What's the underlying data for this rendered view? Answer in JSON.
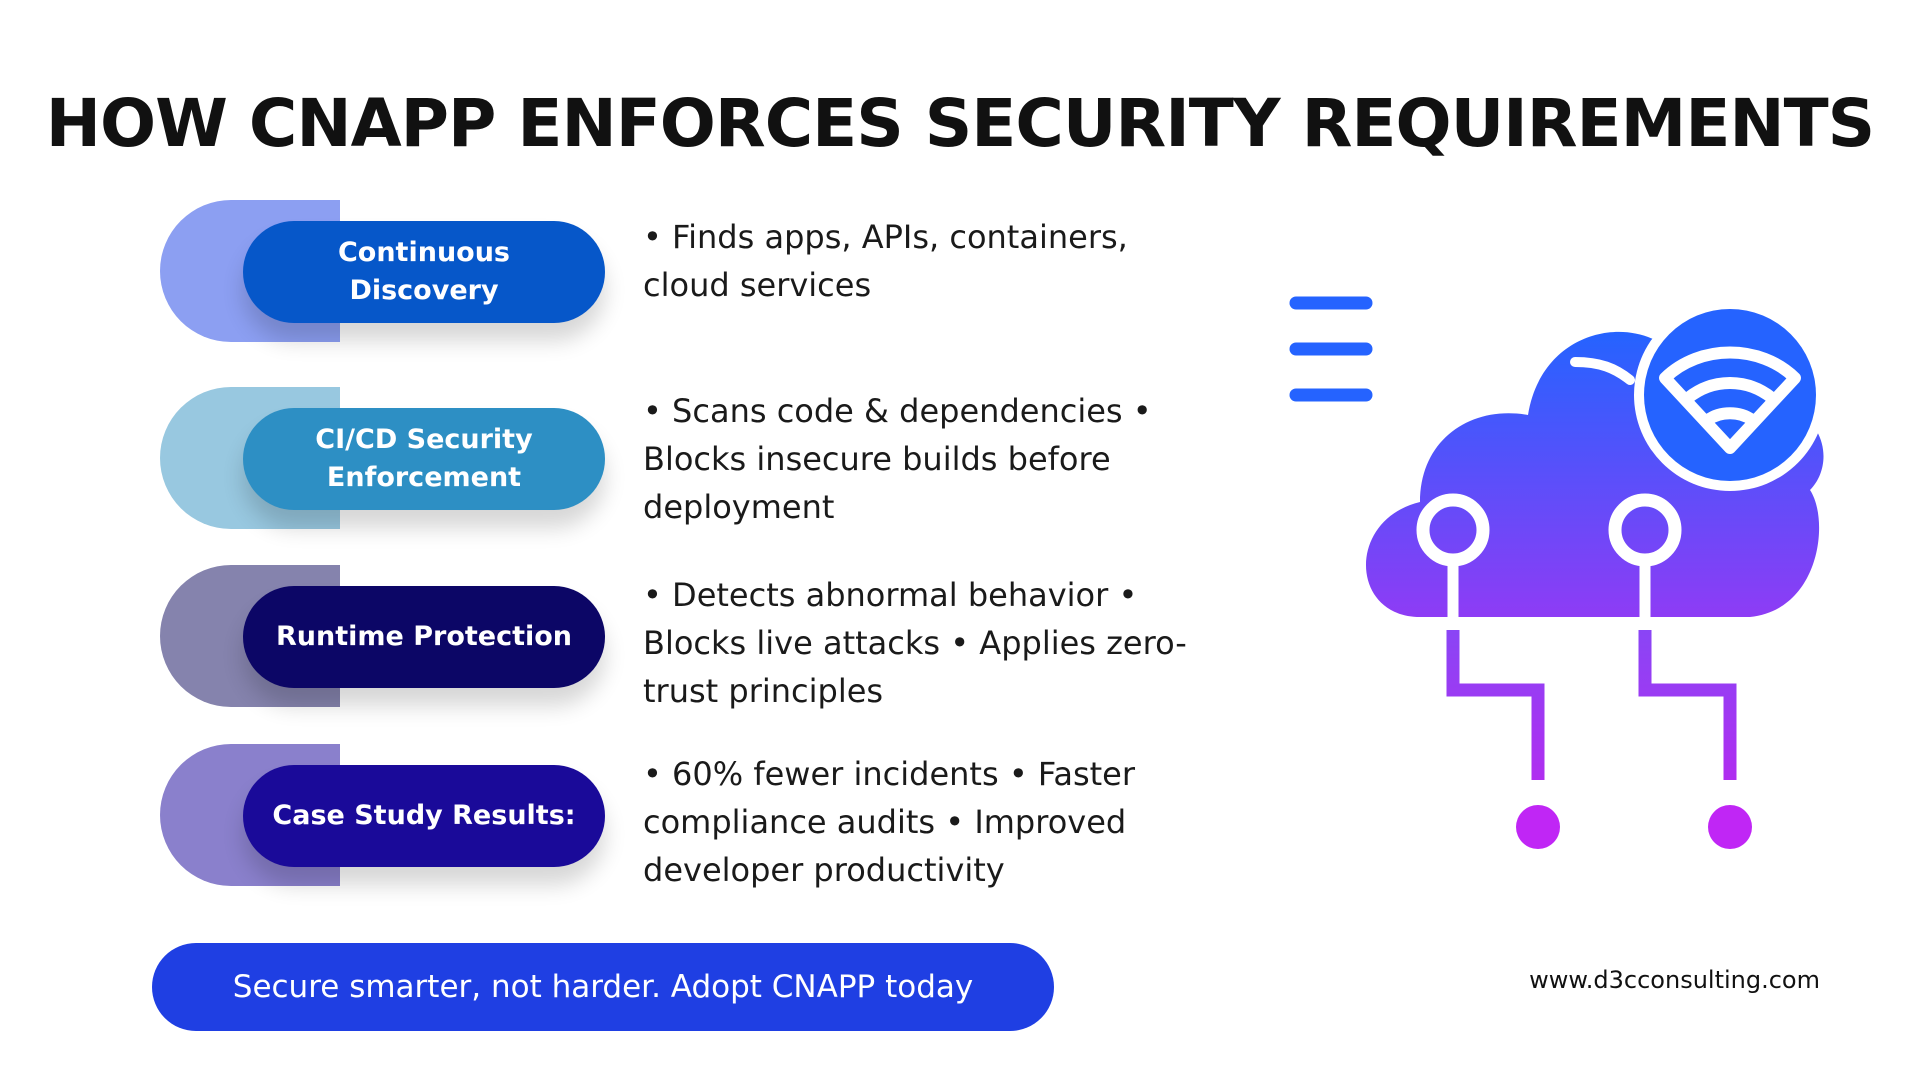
{
  "title": "HOW CNAPP ENFORCES SECURITY REQUIREMENTS",
  "rows": [
    {
      "label": "Continuous Discovery",
      "description": "• Finds apps, APIs, containers, cloud services",
      "pill_color": "#0657c9",
      "back_color": "#8c9ff2"
    },
    {
      "label": "CI/CD Security Enforcement",
      "description": "• Scans code & dependencies • Blocks insecure builds before deployment",
      "pill_color": "#2d8fc4",
      "back_color": "#98c8e0"
    },
    {
      "label": "Runtime Protection",
      "description": "• Detects abnormal behavior • Blocks live attacks • Applies zero-trust principles",
      "pill_color": "#0c0666",
      "back_color": "#8583ad"
    },
    {
      "label": "Case Study Results:",
      "description": "• 60% fewer incidents • Faster compliance audits • Improved developer productivity",
      "pill_color": "#1a0a99",
      "back_color": "#8a80cc"
    }
  ],
  "cta": {
    "label": "Secure smarter, not harder. Adopt CNAPP today",
    "color": "#1f3fe3"
  },
  "footer": {
    "url": "www.d3cconsulting.com"
  },
  "illustration": {
    "icon": "cloud-network-wifi-icon",
    "gradient_top": "#2563ff",
    "gradient_bottom": "#9b3cf5",
    "node_color": "#c026f5"
  }
}
